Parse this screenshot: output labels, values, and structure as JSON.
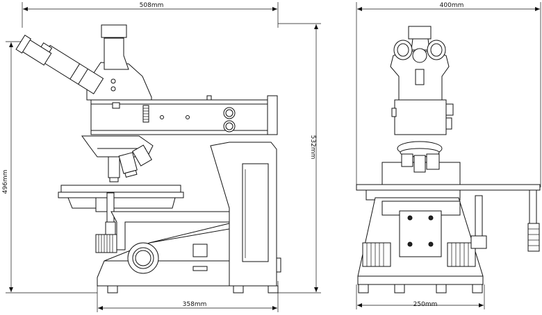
{
  "dimensions": {
    "side_width": "508mm",
    "side_base": "358mm",
    "side_height_left": "496mm",
    "side_height_right": "532mm",
    "front_width": "400mm",
    "front_base": "250mm"
  }
}
